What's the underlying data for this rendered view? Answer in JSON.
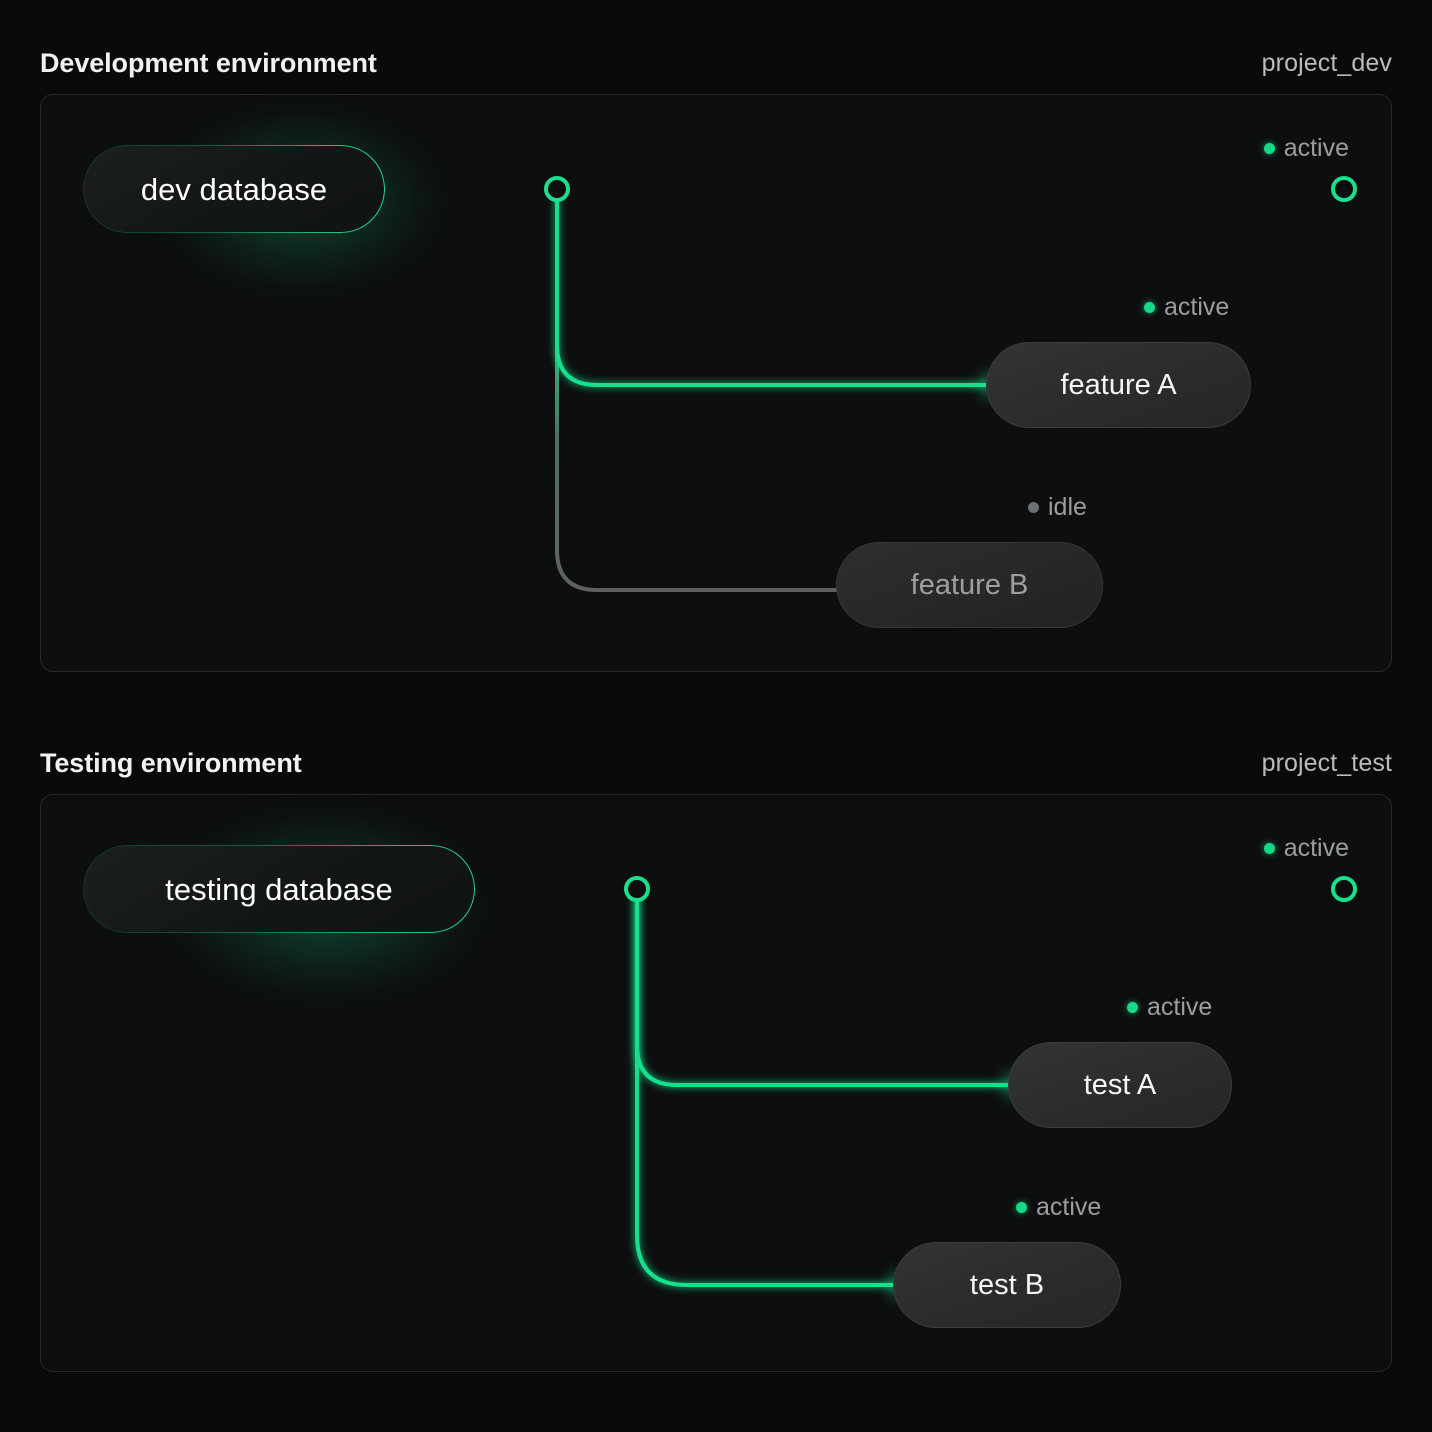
{
  "theme": {
    "page_bg": "#0a0a0b",
    "panel_bg": "#0d0e0f",
    "panel_border": "#26282a",
    "accent_green": "#19e08c",
    "idle_gray": "#6c7072",
    "text_primary": "#f2f2f3",
    "text_muted": "#9a9ea0"
  },
  "sections": [
    {
      "title": "Development environment",
      "project": "project_dev",
      "root": {
        "label": "dev database",
        "status": "active"
      },
      "endpoint_status": {
        "label": "active",
        "state": "active"
      },
      "branches": [
        {
          "label": "feature A",
          "status_label": "active",
          "state": "active"
        },
        {
          "label": "feature B",
          "status_label": "idle",
          "state": "idle"
        }
      ]
    },
    {
      "title": "Testing environment",
      "project": "project_test",
      "root": {
        "label": "testing database",
        "status": "active"
      },
      "endpoint_status": {
        "label": "active",
        "state": "active"
      },
      "branches": [
        {
          "label": "test A",
          "status_label": "active",
          "state": "active"
        },
        {
          "label": "test B",
          "status_label": "active",
          "state": "active"
        }
      ]
    }
  ]
}
